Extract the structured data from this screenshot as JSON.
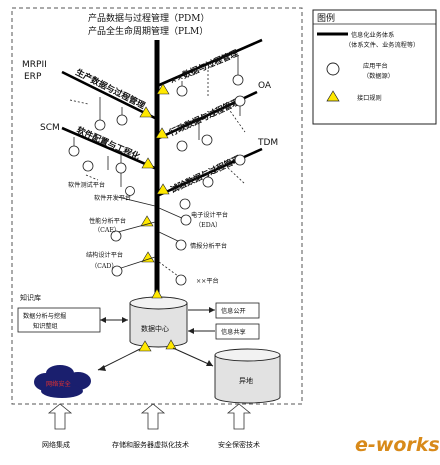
{
  "diagram": {
    "top_title_1": "产品数据与过程管理（PDM）",
    "top_title_2": "产品全生命周期管理（PLM）",
    "legend": {
      "title": "图例",
      "items": [
        {
          "label": "信息化业务体系",
          "sublabel": "（体系文件、业务流程等）",
          "icon": "thick-line-icon"
        },
        {
          "label": "应用平台",
          "sublabel": "（数据源）",
          "icon": "circle-icon"
        },
        {
          "label": "接口规则",
          "sublabel": "",
          "icon": "triangle-icon"
        }
      ]
    },
    "branches": [
      {
        "label": "××数据与过程管理"
      },
      {
        "label": "生产数据与过程管理"
      },
      {
        "label": "行政数据与过程管理"
      },
      {
        "label": "软件配置与工程化"
      },
      {
        "label": "试验数据与过程管理"
      }
    ],
    "systems": [
      "MRPII",
      "ERP",
      "OA",
      "SCM",
      "TDM"
    ],
    "platforms": [
      {
        "label": "软件测试平台"
      },
      {
        "label": "软件开发平台"
      },
      {
        "label": "性能分析平台",
        "sub": "（CAE）"
      },
      {
        "label": "电子设计平台",
        "sub": "（EDA）"
      },
      {
        "label": "情报分析平台"
      },
      {
        "label": "结构设计平台",
        "sub": "（CAD）"
      },
      {
        "label": "××平台"
      }
    ],
    "knowledge_base": {
      "title": "知识库",
      "box_line1": "数据分析与挖掘",
      "box_line2": "知识整组"
    },
    "data_center": "数据中心",
    "info_boxes": [
      "信息公开",
      "信息共享"
    ],
    "remote_site": "异地",
    "cloud_label": "网络安全",
    "bottom_labels": [
      "网络集成",
      "存储和服务器虚拟化技术",
      "安全保密技术"
    ],
    "watermark": "e-works",
    "colors": {
      "cloud": "#1a1f6e",
      "triangle": "#ffe800",
      "drum": "#e2e2e2",
      "watermark": "#d88a1a"
    }
  }
}
